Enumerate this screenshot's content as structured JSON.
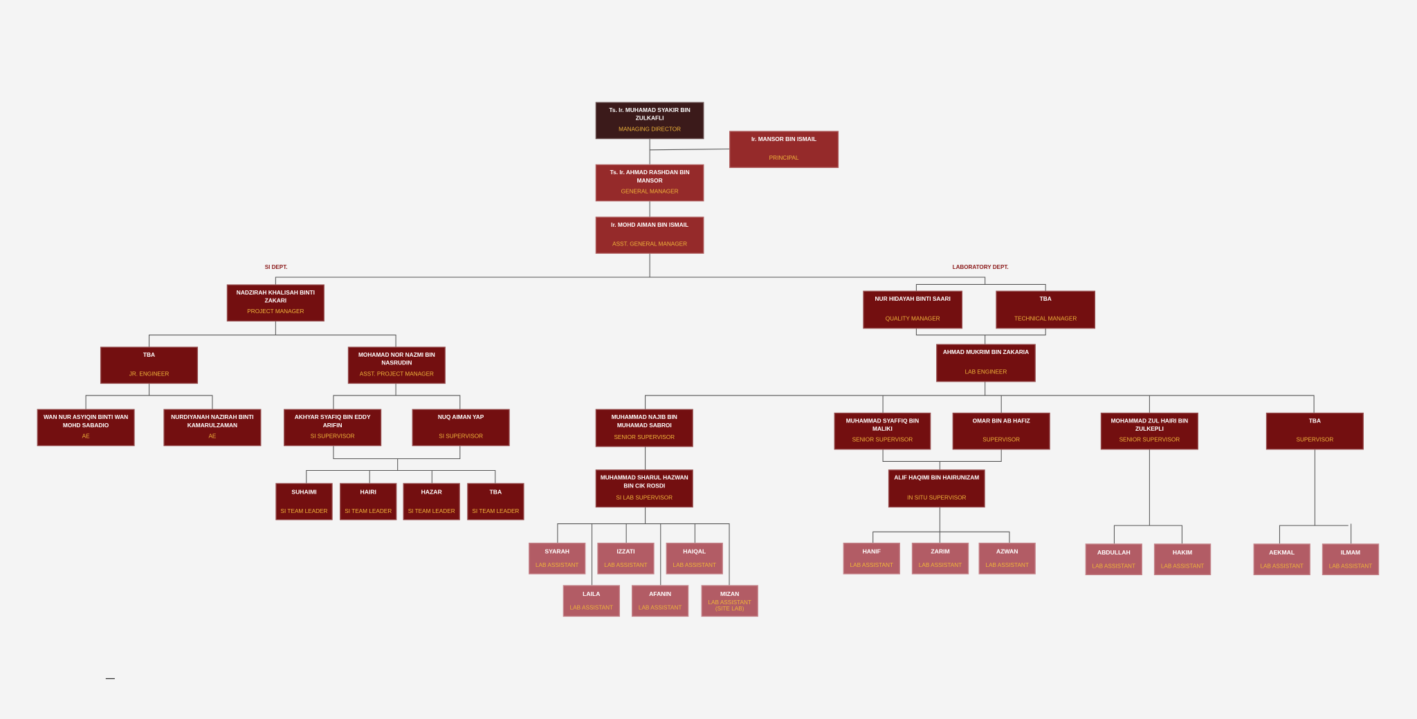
{
  "colors": {
    "top": "#3b1a1a",
    "senior": "#952a2a",
    "staff": "#730f10",
    "assistant": "#b25c65",
    "role_text": "#f0b53a",
    "dept_label": "#8b1a1a"
  },
  "departments": {
    "si": "SI DEPT.",
    "lab": "LABORATORY DEPT."
  },
  "nodes": [
    {
      "name": "Ts. Ir. MUHAMAD SYAKIR BIN ZULKAFLI",
      "role": "MANAGING DIRECTOR",
      "variant": "top"
    },
    {
      "name": "Ir. MANSOR BIN ISMAIL",
      "role": "PRINCIPAL",
      "variant": "senior"
    },
    {
      "name": "Ts. Ir. AHMAD RASHDAN BIN MANSOR",
      "role": "GENERAL MANAGER",
      "variant": "senior"
    },
    {
      "name": "Ir. MOHD AIMAN BIN ISMAIL",
      "role": "ASST. GENERAL MANAGER",
      "variant": "senior"
    },
    {
      "name": "NADZIRAH KHALISAH BINTI ZAKARI",
      "role": "PROJECT MANAGER",
      "variant": "staff"
    },
    {
      "name": "TBA",
      "role": "JR. ENGINEER",
      "variant": "staff"
    },
    {
      "name": "MOHAMAD NOR NAZMI BIN NASRUDIN",
      "role": "ASST. PROJECT MANAGER",
      "variant": "staff"
    },
    {
      "name": "WAN NUR ASYIQIN BINTI WAN MOHD SABADIO",
      "role": "AE",
      "variant": "staff"
    },
    {
      "name": "NURDIYANAH NAZIRAH BINTI KAMARULZAMAN",
      "role": "AE",
      "variant": "staff"
    },
    {
      "name": "AKHYAR SYAFIQ BIN EDDY ARIFIN",
      "role": "SI SUPERVISOR",
      "variant": "staff"
    },
    {
      "name": "NUQ AIMAN YAP",
      "role": "SI SUPERVISOR",
      "variant": "staff"
    },
    {
      "name": "SUHAIMI",
      "role": "SI TEAM LEADER",
      "variant": "staff"
    },
    {
      "name": "HAIRI",
      "role": "SI TEAM LEADER",
      "variant": "staff"
    },
    {
      "name": "HAZAR",
      "role": "SI TEAM LEADER",
      "variant": "staff"
    },
    {
      "name": "TBA",
      "role": "SI TEAM LEADER",
      "variant": "staff"
    },
    {
      "name": "NUR HIDAYAH BINTI SAARI",
      "role": "QUALITY MANAGER",
      "variant": "staff"
    },
    {
      "name": "TBA",
      "role": "TECHNICAL MANAGER",
      "variant": "staff"
    },
    {
      "name": "AHMAD MUKRIM BIN ZAKARIA",
      "role": "LAB ENGINEER",
      "variant": "staff"
    },
    {
      "name": "MUHAMMAD NAJIB BIN MUHAMAD SABROI",
      "role": "SENIOR SUPERVISOR",
      "variant": "staff"
    },
    {
      "name": "MUHAMMAD SYAFFIQ BIN MALIKI",
      "role": "SENIOR SUPERVISOR",
      "variant": "staff"
    },
    {
      "name": "OMAR BIN AB HAFIZ",
      "role": "SUPERVISOR",
      "variant": "staff"
    },
    {
      "name": "MOHAMMAD ZUL HAIRI BIN ZULKEPLI",
      "role": "SENIOR SUPERVISOR",
      "variant": "staff"
    },
    {
      "name": "TBA",
      "role": "SUPERVISOR",
      "variant": "staff"
    },
    {
      "name": "MUHAMMAD SHARUL HAZWAN BIN CIK ROSDI",
      "role": "SI LAB SUPERVISOR",
      "variant": "staff"
    },
    {
      "name": "ALIF HAQIMI BIN HAIRUNIZAM",
      "role": "IN SITU SUPERVISOR",
      "variant": "staff"
    },
    {
      "name": "SYARAH",
      "role": "LAB ASSISTANT",
      "variant": "assistant"
    },
    {
      "name": "IZZATI",
      "role": "LAB ASSISTANT",
      "variant": "assistant"
    },
    {
      "name": "HAIQAL",
      "role": "LAB ASSISTANT",
      "variant": "assistant"
    },
    {
      "name": "LAILA",
      "role": "LAB ASSISTANT",
      "variant": "assistant"
    },
    {
      "name": "AFANIN",
      "role": "LAB ASSISTANT",
      "variant": "assistant"
    },
    {
      "name": "MIZAN",
      "role": "LAB ASSISTANT (SITE LAB)",
      "variant": "assistant"
    },
    {
      "name": "HANIF",
      "role": "LAB ASSISTANT",
      "variant": "assistant"
    },
    {
      "name": "ZARIM",
      "role": "LAB ASSISTANT",
      "variant": "assistant"
    },
    {
      "name": "AZWAN",
      "role": "LAB ASSISTANT",
      "variant": "assistant"
    },
    {
      "name": "ABDULLAH",
      "role": "LAB ASSISTANT",
      "variant": "assistant"
    },
    {
      "name": "HAKIM",
      "role": "LAB ASSISTANT",
      "variant": "assistant"
    },
    {
      "name": "AEKMAL",
      "role": "LAB ASSISTANT",
      "variant": "assistant"
    },
    {
      "name": "ILMAM",
      "role": "LAB ASSISTANT",
      "variant": "assistant"
    }
  ]
}
